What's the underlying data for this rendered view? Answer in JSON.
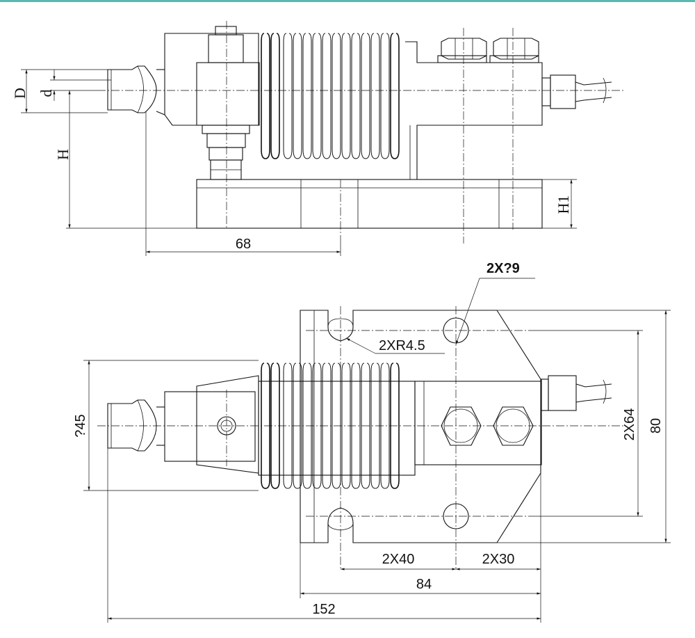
{
  "labels": {
    "D": "D",
    "d": "d",
    "H": "H",
    "H1": "H1",
    "dim_68": "68",
    "hole_dia": "2X?9",
    "slot_radius": "2XR4.5",
    "dia_45": "?45",
    "dim_2x64": "2X64",
    "dim_80": "80",
    "dim_2x40": "2X40",
    "dim_2x30": "2X30",
    "dim_84": "84",
    "dim_152": "152"
  },
  "colors": {
    "line": "#111111",
    "top_bar": "#5bb8b0",
    "background": "#ffffff"
  }
}
